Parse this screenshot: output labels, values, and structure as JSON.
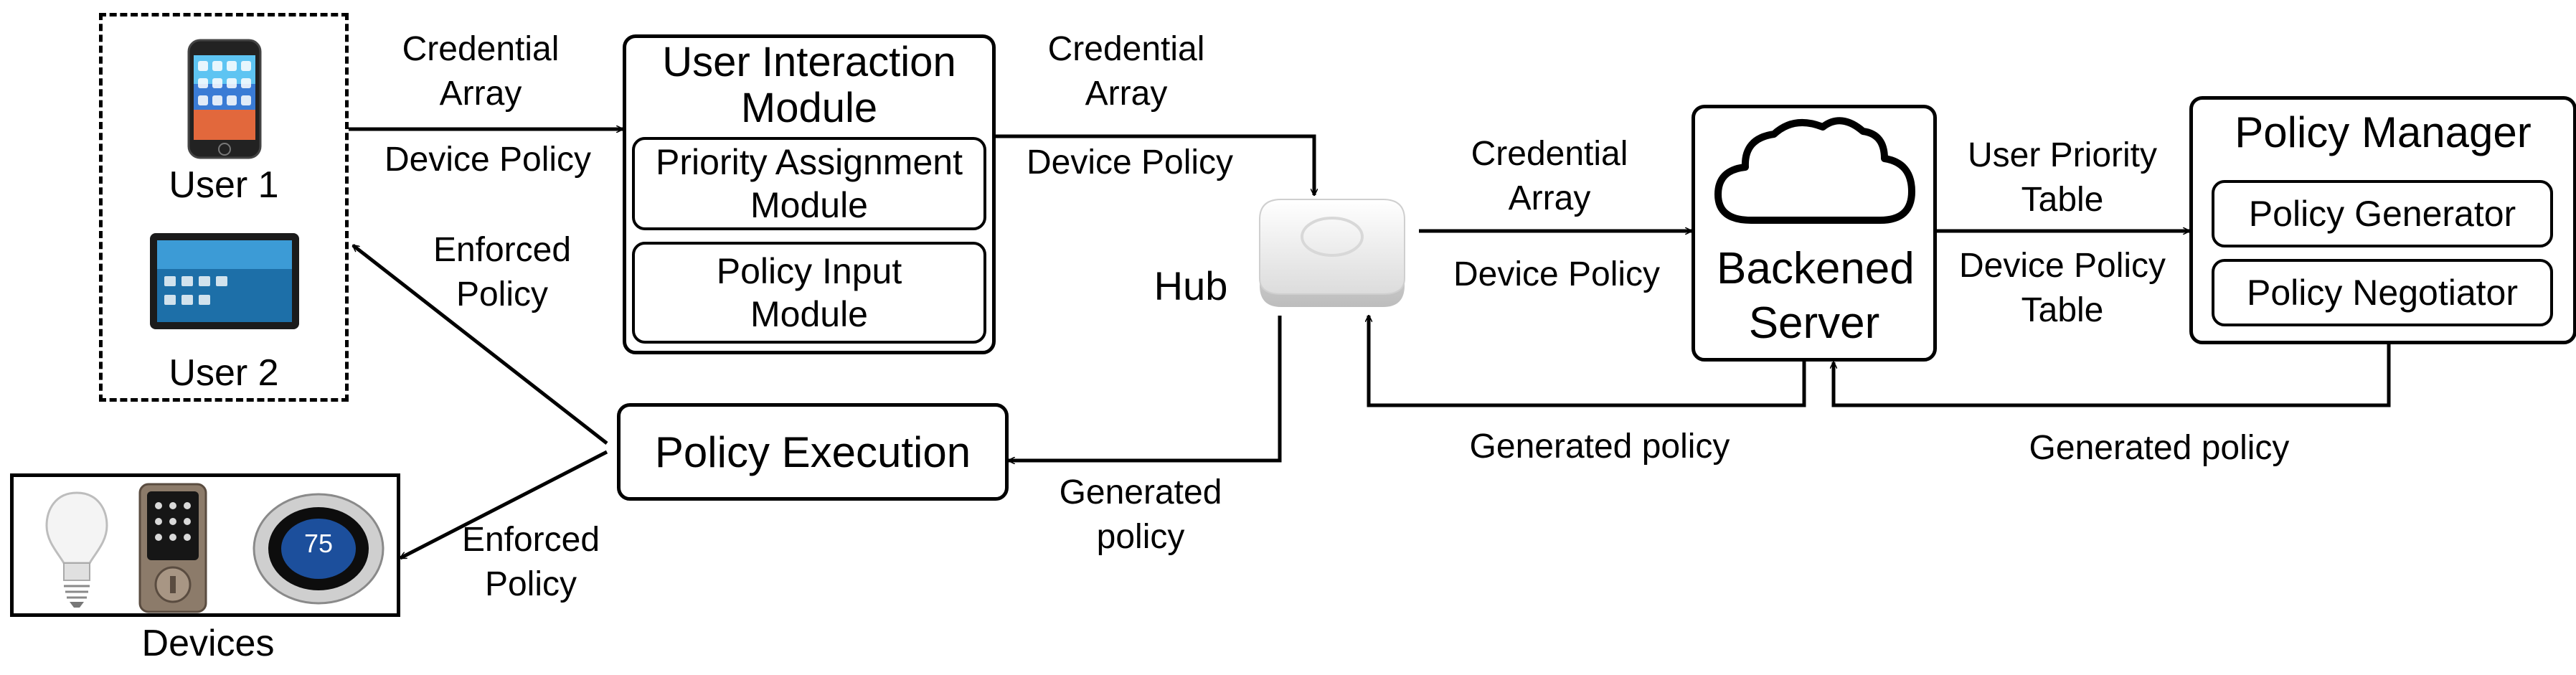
{
  "users_box": {
    "user1": "User 1",
    "user2": "User 2"
  },
  "uim": {
    "title": "User Interaction Module",
    "priority": "Priority Assignment Module",
    "policy_input": "Policy Input Module"
  },
  "hub": {
    "label": "Hub"
  },
  "server": {
    "label": "Backened Server"
  },
  "pm": {
    "title": "Policy Manager",
    "generator": "Policy Generator",
    "negotiator": "Policy Negotiator"
  },
  "exec": {
    "label": "Policy Execution"
  },
  "devices": {
    "label": "Devices",
    "thermostat_reading": "75"
  },
  "arrows": {
    "users_to_uim_top": "Credential Array",
    "users_to_uim_bottom": "Device Policy",
    "exec_to_users": "Enforced Policy",
    "uim_to_hub_top": "Credential Array",
    "uim_to_hub_bottom": "Device Policy",
    "hub_to_server_top": "Credential Array",
    "hub_to_server_bottom": "Device Policy",
    "server_to_pm_top": "User Priority Table",
    "server_to_pm_bottom": "Device Policy Table",
    "server_to_hub": "Generated policy",
    "pm_to_server": "Generated policy",
    "hub_to_exec": "Generated policy",
    "exec_to_devices": "Enforced Policy"
  }
}
